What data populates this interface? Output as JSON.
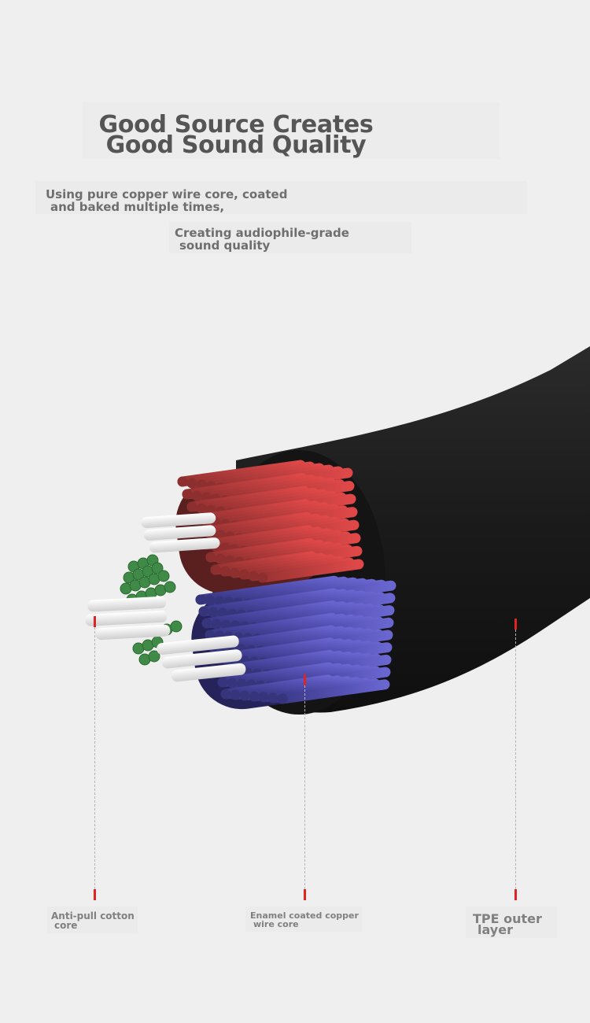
{
  "heading": {
    "line1": "Good Source Creates",
    "line2": "Good Sound Quality"
  },
  "description": {
    "para1_line1": "Using pure copper wire core, coated",
    "para1_line2": "and baked multiple times,",
    "para2_line1": "Creating audiophile-grade",
    "para2_line2": "sound quality"
  },
  "callouts": [
    {
      "line1": "Anti-pull cotton",
      "line2": "core"
    },
    {
      "line1": "Enamel coated copper",
      "line2": "wire core"
    },
    {
      "line1": "TPE outer",
      "line2": "layer"
    }
  ],
  "colors": {
    "background": "#efefef",
    "heading_text": "#555555",
    "body_text": "#6e6e6e",
    "label_text": "#808080",
    "marker_red": "#e02424",
    "jacket_black": "#1e1e1e",
    "wire_red": "#b73a3a",
    "wire_blue": "#47449c",
    "wire_green": "#3f8a46",
    "fiber_white": "#f2f2f2"
  }
}
